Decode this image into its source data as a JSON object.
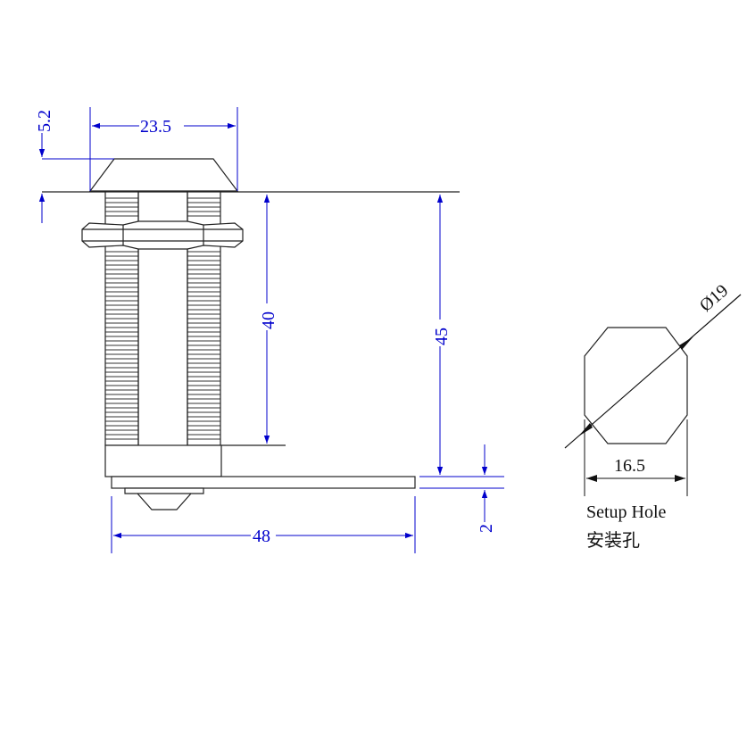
{
  "colors": {
    "dimension": "#0000cc",
    "outline": "#222222",
    "background": "#ffffff"
  },
  "dimensions": {
    "head_height": "5.2",
    "head_width": "23.5",
    "thread_length": "40",
    "overall_length": "45",
    "cam_thickness": "2",
    "cam_length": "48",
    "hole_diameter": "Ø19",
    "hole_flat": "16.5"
  },
  "labels": {
    "setup_hole_en": "Setup Hole",
    "setup_hole_cn": "安装孔"
  }
}
